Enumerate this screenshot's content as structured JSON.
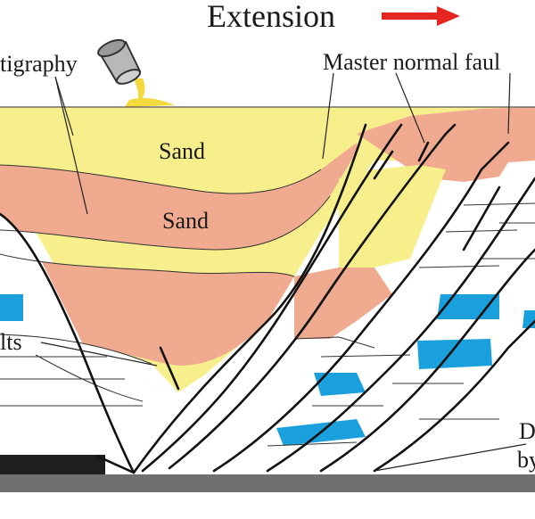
{
  "labels": {
    "extension": "Extension",
    "stratigraphy": "tigraphy",
    "master_fault": "Master normal faul",
    "sand_upper": "Sand",
    "sand_lower": "Sand",
    "faults": "lts",
    "d_line1": "D",
    "d_line2": "by"
  },
  "colors": {
    "sand_yellow": "#f7ee8c",
    "sand_salmon": "#f0aa90",
    "blue_layer": "#1aa0dc",
    "arrow_red": "#e52520",
    "basement": "#707070",
    "dark_block": "#1e1e1e",
    "bucket_grey": "#b9b9b9"
  },
  "icons": {
    "bucket": "pouring-bucket-icon",
    "arrow": "arrow-right-icon"
  }
}
